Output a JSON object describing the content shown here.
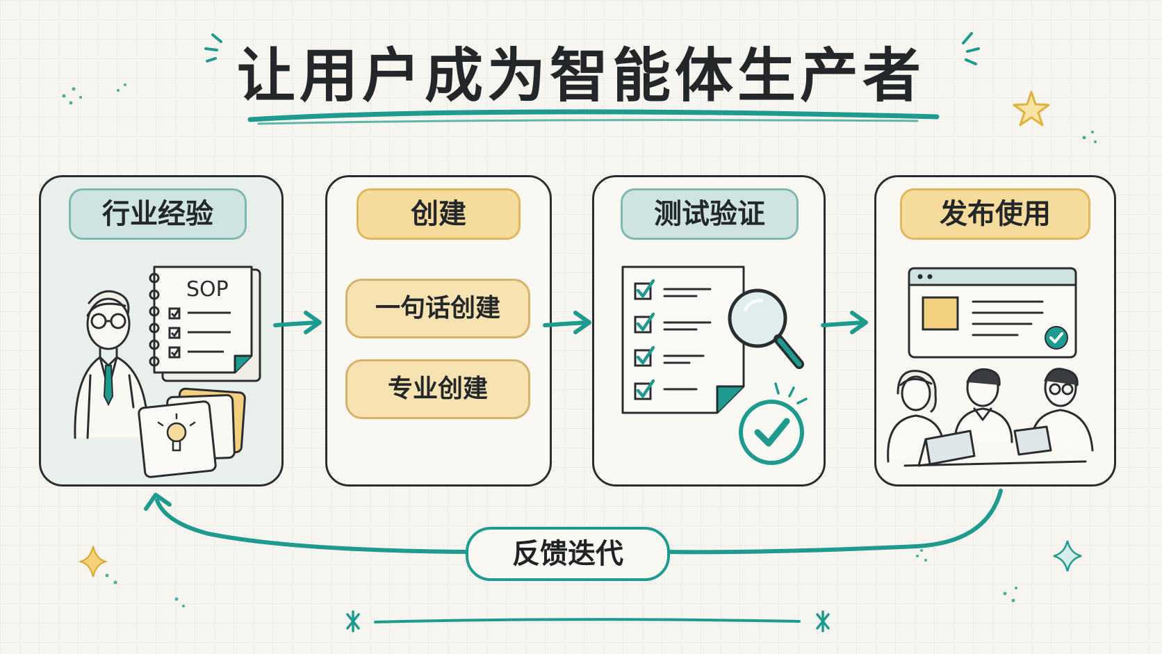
{
  "title": "让用户成为智能体生产者",
  "steps": [
    {
      "label": "行业经验",
      "document_label": "SOP"
    },
    {
      "label": "创建",
      "options": [
        "一句话创建",
        "专业创建"
      ]
    },
    {
      "label": "测试验证"
    },
    {
      "label": "发布使用"
    }
  ],
  "feedback_label": "反馈迭代",
  "colors": {
    "accent": "#1f9a8f",
    "teal_pill": "#cfe4e1",
    "yellow_pill": "#f6dc9c",
    "ink": "#23272a",
    "star": "#e8c04a"
  },
  "icons": [
    "scientist-icon",
    "sop-document-icon",
    "idea-cards-icon",
    "checklist-document-icon",
    "magnifier-icon",
    "check-circle-icon",
    "app-window-icon",
    "users-with-laptops-icon",
    "star-icon",
    "sparkle-icon"
  ]
}
